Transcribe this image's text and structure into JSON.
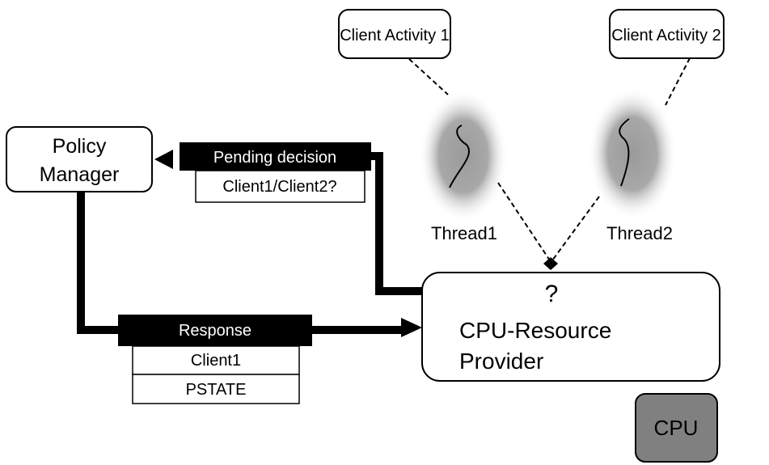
{
  "nodes": {
    "client_activity_1": "Client Activity 1",
    "client_activity_2": "Client Activity 2",
    "policy_manager": [
      "Policy",
      "Manager"
    ],
    "cpu_resource_provider": [
      "CPU-Resource",
      "Provider"
    ],
    "cpu": "CPU"
  },
  "threads": {
    "thread1": "Thread1",
    "thread2": "Thread2"
  },
  "messages": {
    "pending": {
      "header": "Pending decision",
      "fields": [
        "Client1/Client2?"
      ]
    },
    "response": {
      "header": "Response",
      "fields": [
        "Client1",
        "PSTATE"
      ]
    }
  },
  "question_mark": "?",
  "colors": {
    "cpu_fill": "#808080",
    "message_header": "#000000",
    "thread_blob": "#9a9a9a"
  }
}
